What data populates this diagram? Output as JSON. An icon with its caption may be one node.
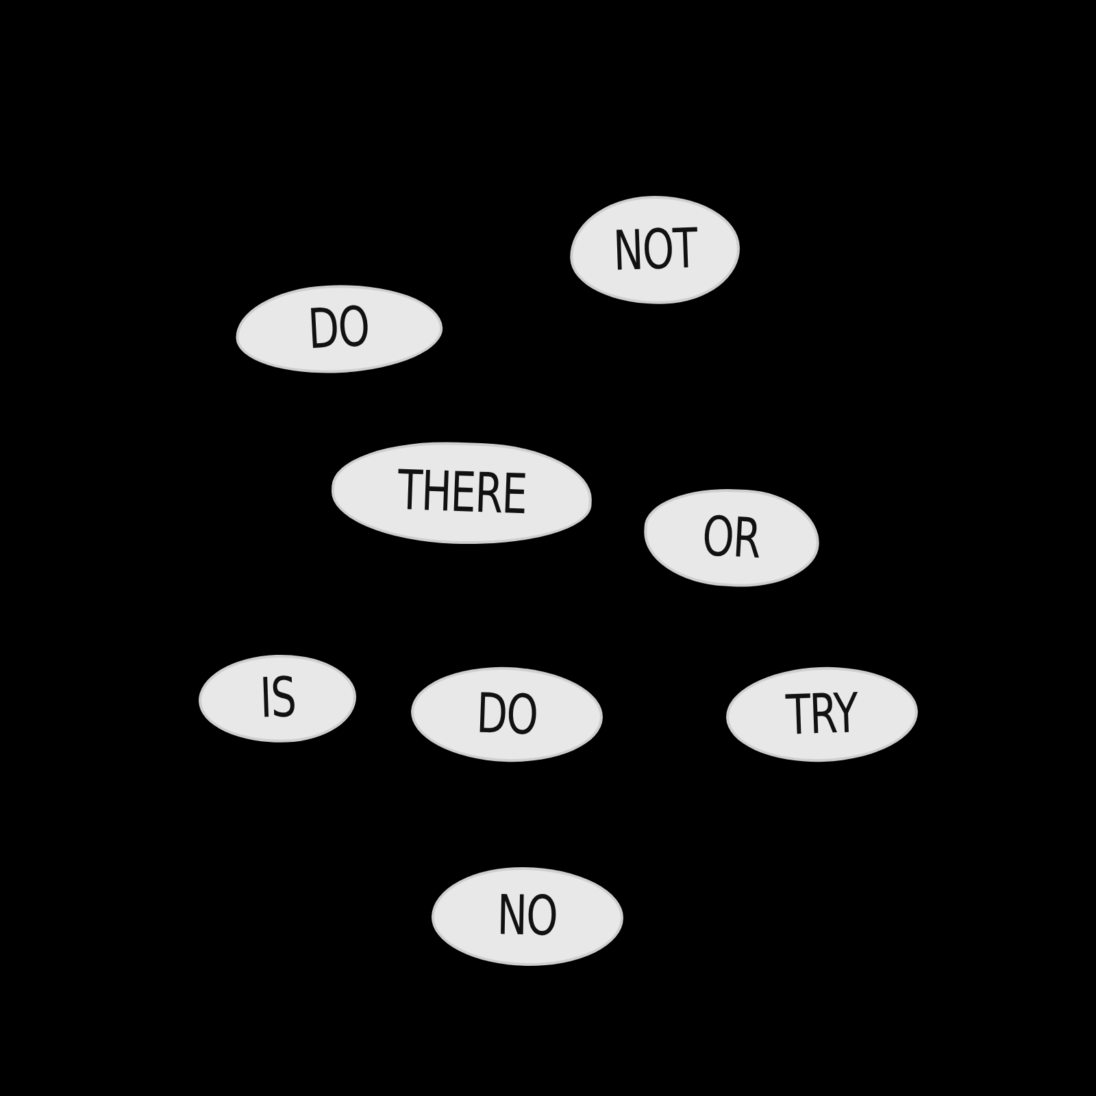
{
  "diagram": {
    "nodes": [
      {
        "text": [
          "NOT"
        ]
      },
      {
        "text": [
          "DO"
        ]
      },
      {
        "text": [
          "THERE"
        ]
      },
      {
        "text": [
          "OR"
        ]
      },
      {
        "text": [
          "IS"
        ]
      },
      {
        "text": [
          "DO"
        ]
      },
      {
        "text": [
          "TRY"
        ]
      },
      {
        "text": [
          "NO"
        ]
      }
    ]
  }
}
